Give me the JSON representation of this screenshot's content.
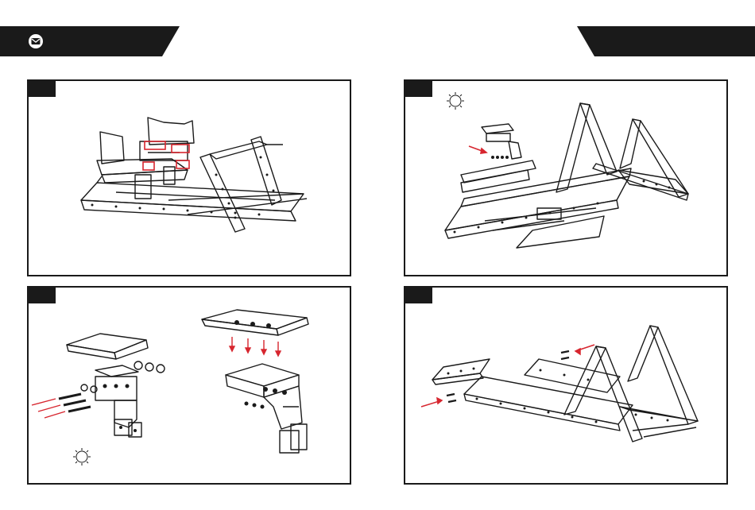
{
  "page": {
    "colors": {
      "ink": "#1a1a1a",
      "paper": "#ffffff",
      "arrow": "#d7262f"
    },
    "header": {
      "left_icon": "mail-icon",
      "left_label": "",
      "right_label": ""
    },
    "panels": [
      {
        "id": 1,
        "step_label": "",
        "content": "seat-frame-assembly-illustration"
      },
      {
        "id": 2,
        "step_label": "",
        "content": "shifter-mount-install-illustration",
        "icon": "gear-icon"
      },
      {
        "id": 3,
        "step_label": "",
        "content": "bracket-parts-exploded-illustration",
        "icon": "gear-icon"
      },
      {
        "id": 4,
        "step_label": "",
        "content": "front-crossbar-install-illustration"
      }
    ]
  }
}
